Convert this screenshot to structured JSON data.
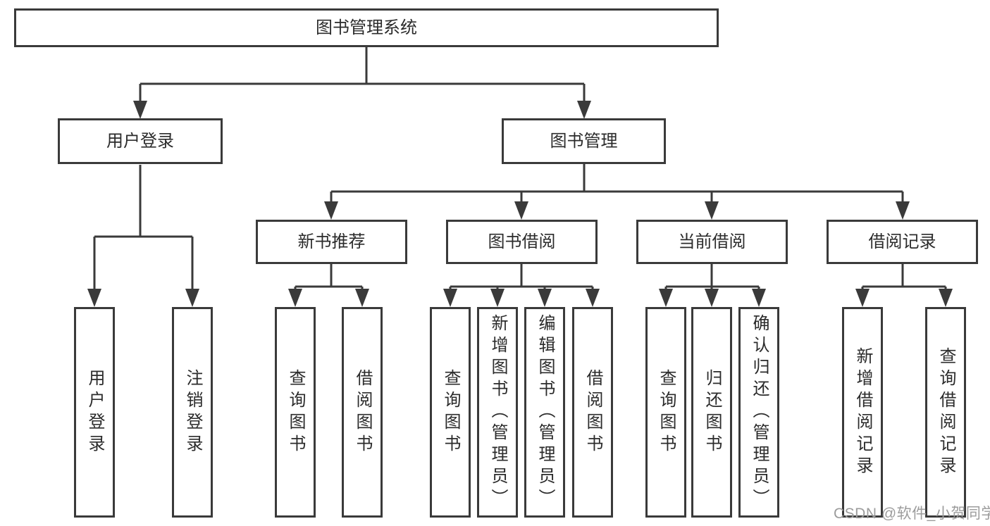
{
  "colors": {
    "line": "#3a3a3a",
    "text": "#2b2b2b",
    "watermark": "#9c9c9c",
    "background": "#ffffff"
  },
  "watermark": {
    "text": "CSDN @软件_小贺同学"
  },
  "tree": {
    "root": {
      "label": "图书管理系统",
      "children": [
        {
          "label": "用户登录",
          "children": [
            {
              "label": "用户登录"
            },
            {
              "label": "注销登录"
            }
          ]
        },
        {
          "label": "图书管理",
          "children": [
            {
              "label": "新书推荐",
              "children": [
                {
                  "label": "查询图书"
                },
                {
                  "label": "借阅图书"
                }
              ]
            },
            {
              "label": "图书借阅",
              "children": [
                {
                  "label": "查询图书"
                },
                {
                  "label": "新增图书（管理员）"
                },
                {
                  "label": "编辑图书（管理员）"
                },
                {
                  "label": "借阅图书"
                }
              ]
            },
            {
              "label": "当前借阅",
              "children": [
                {
                  "label": "查询图书"
                },
                {
                  "label": "归还图书"
                },
                {
                  "label": "确认归还（管理员）"
                }
              ]
            },
            {
              "label": "借阅记录",
              "children": [
                {
                  "label": "新增借阅记录"
                },
                {
                  "label": "查询借阅记录"
                }
              ]
            }
          ]
        }
      ]
    }
  }
}
